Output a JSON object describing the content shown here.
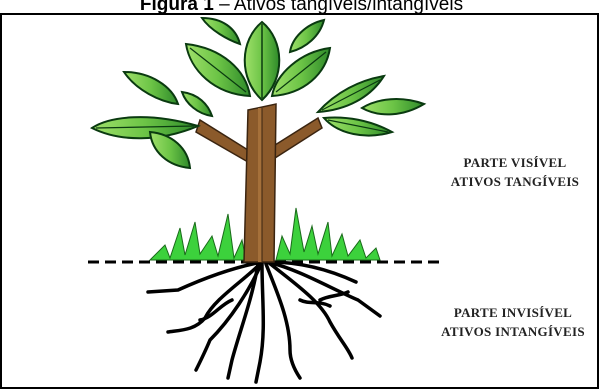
{
  "caption": {
    "prefix": "Figura 1",
    "separator": " – ",
    "text": "Ativos tangíveis/intangíveis"
  },
  "labels": {
    "visible": {
      "line1": "PARTE VISÍVEL",
      "line2": "ATIVOS TANGÍVEIS"
    },
    "invisible": {
      "line1": "PARTE INVISÍVEL",
      "line2": "ATIVOS INTANGÍVEIS"
    }
  },
  "colors": {
    "leaf_light": "#8cd45a",
    "leaf_dark": "#2e8a2a",
    "leaf_outline": "#0a3a10",
    "trunk": "#8b5a2b",
    "trunk_outline": "#3a2410",
    "grass": "#3cd13c",
    "roots": "#000000",
    "ground_line": "#000000"
  }
}
